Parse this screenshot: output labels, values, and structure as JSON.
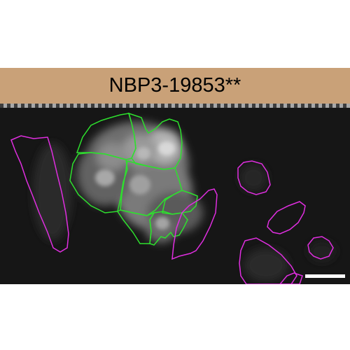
{
  "panel": {
    "title": "NBP3-19853**"
  },
  "colors": {
    "header_bg": "#c9a178",
    "image_bg": "#161616",
    "outline_green": "#2ee02e",
    "outline_magenta": "#e02ee0",
    "scale_bar": "#ffffff"
  },
  "outlines": {
    "green_count": 7,
    "magenta_count": 7
  }
}
